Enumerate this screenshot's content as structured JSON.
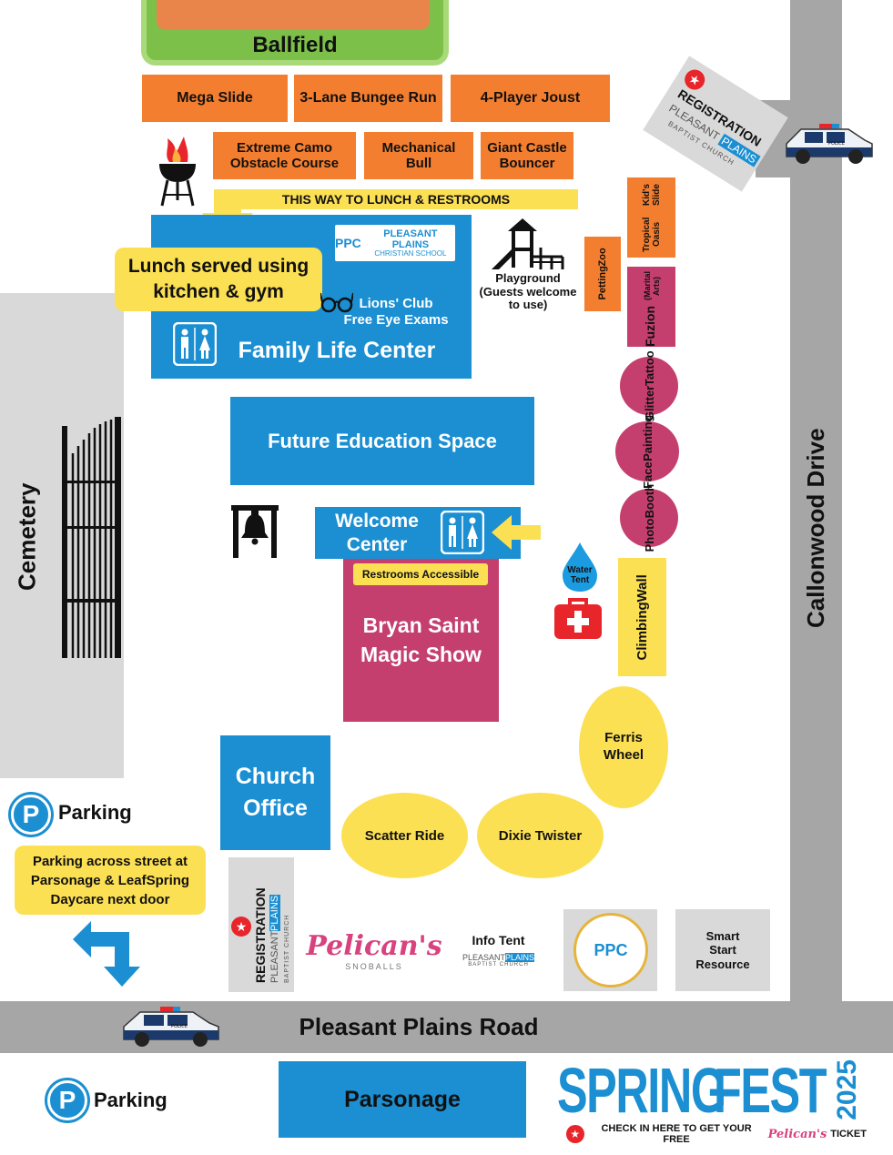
{
  "ballfield": "Ballfield",
  "row1": [
    "Mega Slide",
    "3-Lane Bungee Run",
    "4-Player Joust"
  ],
  "row2": {
    "camo": [
      "Extreme Camo",
      "Obstacle Course"
    ],
    "bull": [
      "Mechanical",
      "Bull"
    ],
    "castle": [
      "Giant Castle",
      "Bouncer"
    ]
  },
  "lunch_banner": "THIS WAY TO LUNCH & RESTROOMS",
  "lunch_note": [
    "Lunch served using",
    "kitchen & gym"
  ],
  "family_life_center": "Family Life Center",
  "lions_club": [
    "Lions' Club",
    "Free Eye Exams"
  ],
  "ppcs_logo": {
    "initials": "PPC",
    "line1": "PLEASANT PLAINS",
    "line2": "CHRISTIAN SCHOOL"
  },
  "playground": [
    "Playground",
    "(Guests welcome",
    "to use)"
  ],
  "petting_zoo": [
    "Petting",
    "Zoo"
  ],
  "tropical": [
    "Tropical Oasis",
    "Kid's Slide"
  ],
  "fuzion": [
    "Fuzion",
    "(Marital Arts)"
  ],
  "glitter": [
    "Glitter",
    "Tattoo"
  ],
  "face": [
    "Face",
    "Painting"
  ],
  "photo": [
    "Photo",
    "Booth"
  ],
  "registration": {
    "title": "REGISTRATION",
    "org1": "PLEASANT",
    "org2": "PLAINS",
    "org3": "BAPTIST CHURCH"
  },
  "callonwood": "Callonwood Drive",
  "cemetery": "Cemetery",
  "future_ed": "Future Education Space",
  "welcome": [
    "Welcome",
    "Center"
  ],
  "restrooms_accessible": "Restrooms Accessible",
  "magic_show": [
    "Bryan Saint",
    "Magic Show"
  ],
  "water_tent": [
    "Water",
    "Tent"
  ],
  "climbing": [
    "Climbing",
    "Wall"
  ],
  "ferris": [
    "Ferris",
    "Wheel"
  ],
  "scatter": "Scatter Ride",
  "dixie": "Dixie Twister",
  "church_office": [
    "Church",
    "Office"
  ],
  "parking": {
    "icon": "P",
    "label": "Parking"
  },
  "parking_note": [
    "Parking across street at",
    "Parsonage & LeafSpring",
    "Daycare next door"
  ],
  "info_tent": "Info Tent",
  "smart_start": [
    "Smart",
    "Start",
    "Resource"
  ],
  "pelicans": {
    "name": "Pelican's",
    "sub": "SNOBALLS"
  },
  "road": "Pleasant Plains Road",
  "parsonage": "Parsonage",
  "springfest": {
    "word1": "SPRING",
    "word2": "FEST",
    "year": "2025"
  },
  "checkin": {
    "text1": "CHECK IN HERE TO GET YOUR FREE",
    "brand": "Pelican's",
    "text2": "TICKET"
  },
  "police_label": "POLICE",
  "colors": {
    "orange": "#f47e2f",
    "blue": "#1b8fd2",
    "magenta": "#c43f6d",
    "yellow": "#fce054",
    "road": "#a6a6a6",
    "green": "#7cc04a"
  }
}
